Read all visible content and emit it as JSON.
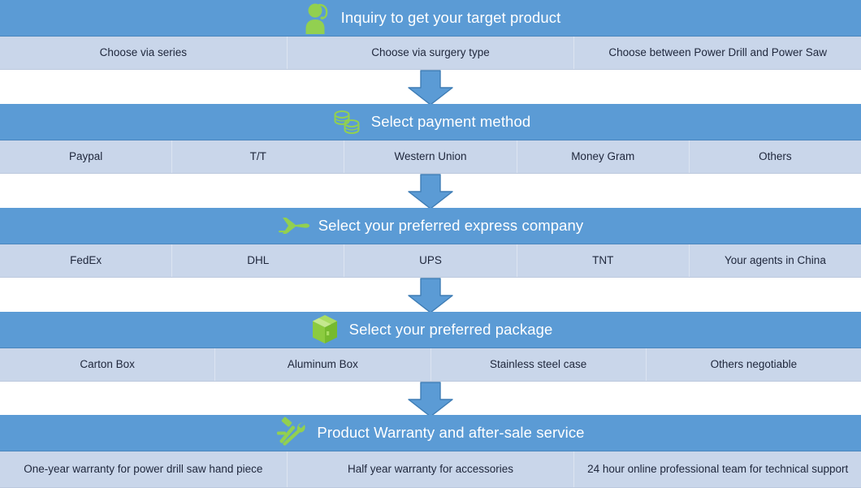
{
  "theme": {
    "band_blue": "#5B9BD5",
    "option_blue": "#C9D6EA",
    "icon_green": "#92D050",
    "title_text": "#FFFFFF",
    "option_text": "#20283D",
    "arrow_fill": "#5B9BD5",
    "arrow_stroke": "#3F7DB5",
    "background": "#FFFFFF"
  },
  "sections": [
    {
      "id": "inquiry",
      "icon": "headset-person-icon",
      "title": "Inquiry to get your target product",
      "options": [
        "Choose via series",
        "Choose via surgery type",
        "Choose  between Power Drill and Power Saw"
      ]
    },
    {
      "id": "payment",
      "icon": "coins-icon",
      "title": "Select payment method",
      "options": [
        "Paypal",
        "T/T",
        "Western Union",
        "Money Gram",
        "Others"
      ]
    },
    {
      "id": "express",
      "icon": "airplane-icon",
      "title": "Select your preferred express company",
      "options": [
        "FedEx",
        "DHL",
        "UPS",
        "TNT",
        "Your agents in China"
      ]
    },
    {
      "id": "package",
      "icon": "box-icon",
      "title": "Select your preferred package",
      "options": [
        "Carton Box",
        "Aluminum Box",
        "Stainless steel case",
        "Others negotiable"
      ]
    },
    {
      "id": "warranty",
      "icon": "hammer-wrench-icon",
      "title": "Product Warranty and after-sale service",
      "options": [
        "One-year warranty for power drill saw hand piece",
        "Half year warranty for accessories",
        "24 hour online professional team for technical support"
      ]
    }
  ],
  "arrows": [
    {
      "name": "arrow-inquiry-to-payment",
      "direction": "down"
    },
    {
      "name": "arrow-payment-to-express",
      "direction": "down"
    },
    {
      "name": "arrow-express-to-package",
      "direction": "down"
    },
    {
      "name": "arrow-package-to-warranty",
      "direction": "down"
    }
  ]
}
